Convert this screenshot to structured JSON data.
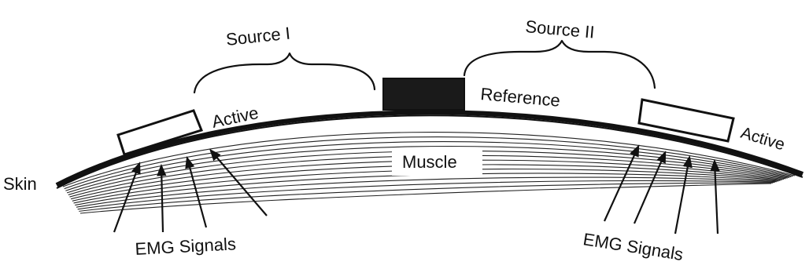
{
  "diagram": {
    "labels": {
      "source_1": "Source I",
      "source_2": "Source II",
      "active_left": "Active",
      "active_right": "Active",
      "reference": "Reference",
      "muscle": "Muscle",
      "skin": "Skin",
      "emg_left": "EMG Signals",
      "emg_right": "EMG Signals"
    },
    "colors": {
      "ink": "#111111",
      "paper": "#ffffff"
    }
  }
}
